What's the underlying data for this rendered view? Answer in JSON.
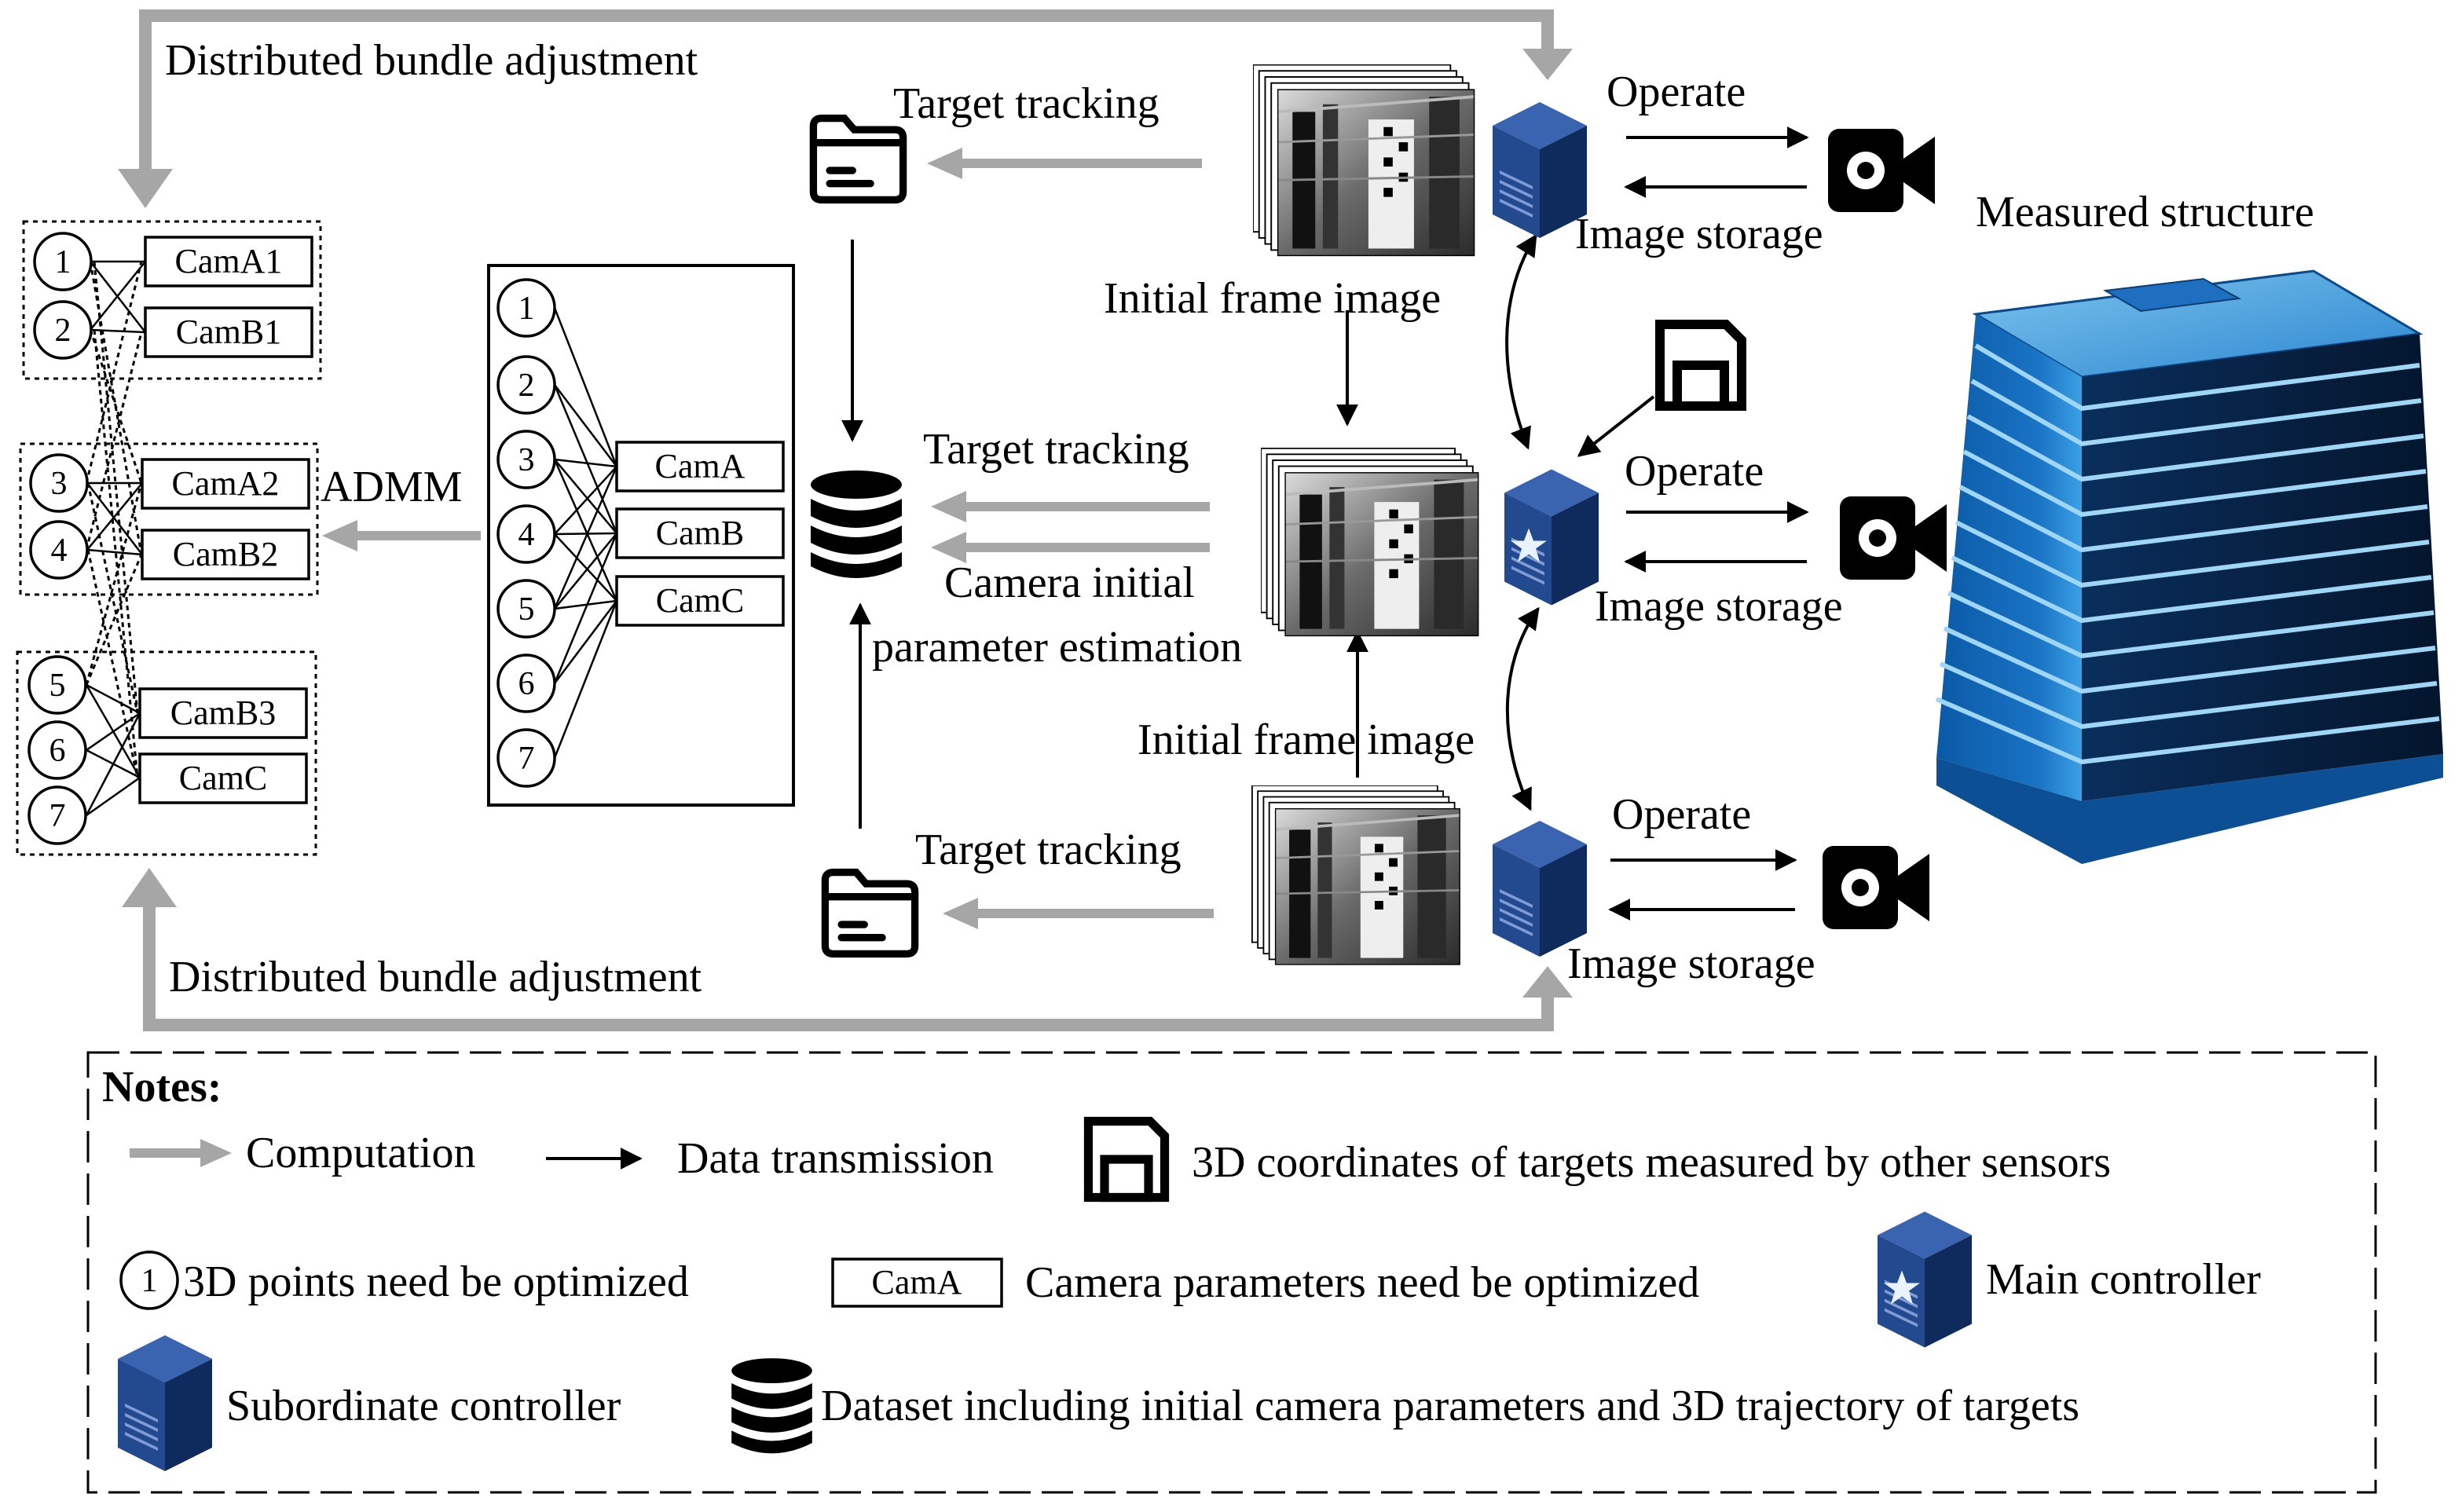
{
  "labels": {
    "dba_top": "Distributed bundle adjustment",
    "dba_bottom": "Distributed bundle adjustment",
    "tt_top": "Target tracking",
    "tt_mid": "Target tracking",
    "tt_bottom": "Target tracking",
    "operate_1": "Operate",
    "operate_2": "Operate",
    "operate_3": "Operate",
    "storage_1": "Image storage",
    "storage_2": "Image storage",
    "storage_3": "Image storage",
    "measured": "Measured structure",
    "ifi_top": "Initial frame image",
    "ifi_bottom": "Initial frame image",
    "cam_init_1": "Camera initial",
    "cam_init_2": "parameter estimation",
    "admm": "ADMM"
  },
  "clusters": [
    {
      "points": [
        "1",
        "2"
      ],
      "cams": [
        "CamA1",
        "CamB1"
      ]
    },
    {
      "points": [
        "3",
        "4"
      ],
      "cams": [
        "CamA2",
        "CamB2"
      ]
    },
    {
      "points": [
        "5",
        "6",
        "7"
      ],
      "cams": [
        "CamB3",
        "CamC"
      ]
    }
  ],
  "central": {
    "points": [
      "1",
      "2",
      "3",
      "4",
      "5",
      "6",
      "7"
    ],
    "cams": [
      "CamA",
      "CamB",
      "CamC"
    ]
  },
  "notes": {
    "title": "Notes:",
    "computation": "Computation",
    "transmission": "Data transmission",
    "coords": "3D coordinates of targets measured by other sensors",
    "point_symbol": "1",
    "points_opt": "3D points need be optimized",
    "cam_symbol": "CamA",
    "cams_opt": "Camera parameters need be optimized",
    "main": "Main controller",
    "sub": "Subordinate controller",
    "dataset": "Dataset including initial camera parameters and 3D trajectory of targets"
  },
  "colors": {
    "computation_arrow": "#a6a6a6",
    "server_dark": "#0f2a5c",
    "server_light": "#23498f",
    "building_blue": "#1a73c4",
    "building_light": "#7dc4ee"
  }
}
